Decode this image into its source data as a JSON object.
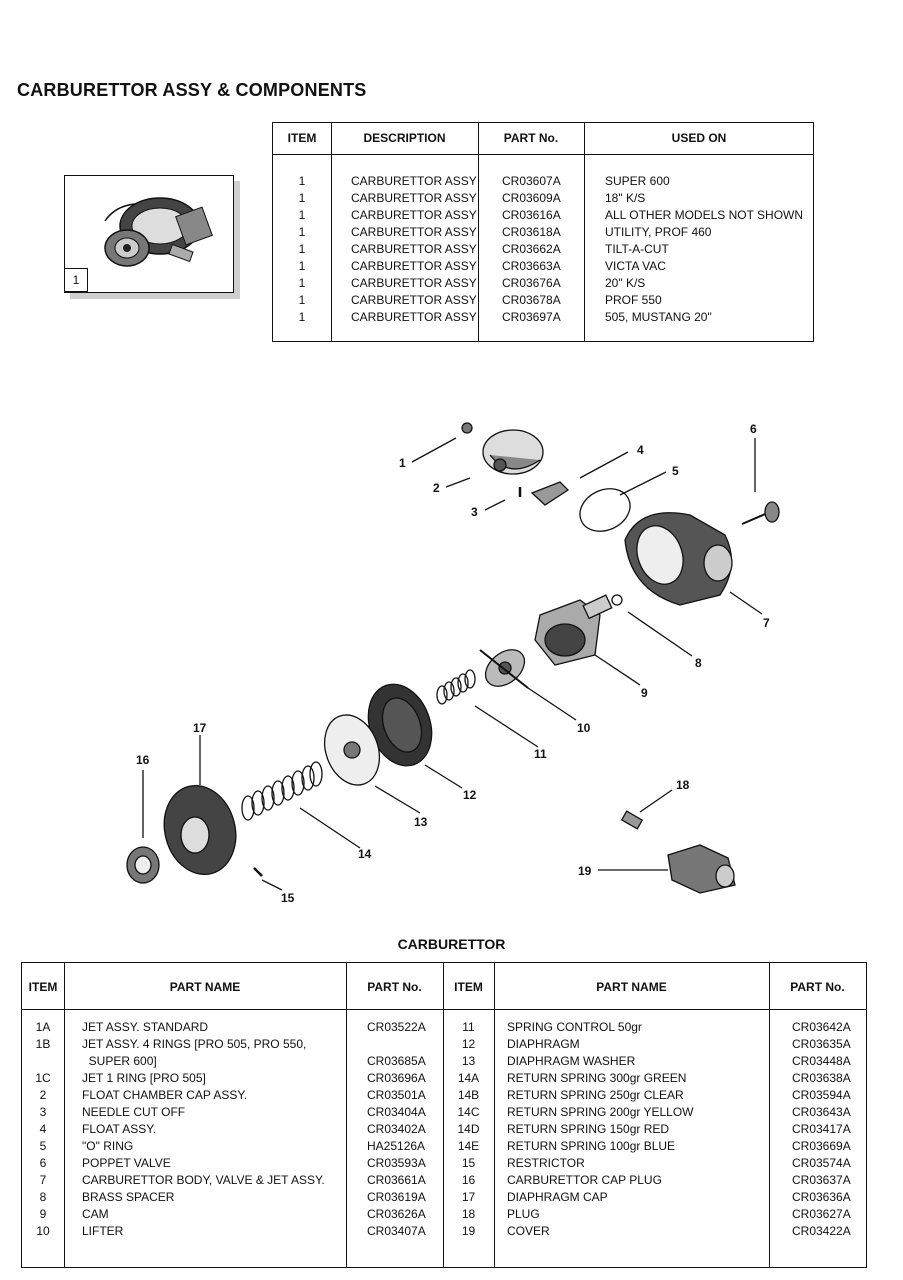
{
  "page": {
    "title": "CARBURETTOR ASSY & COMPONENTS",
    "thumbnail_number": "1"
  },
  "top_table": {
    "headers": [
      "ITEM",
      "DESCRIPTION",
      "PART No.",
      "USED ON"
    ],
    "rows": [
      {
        "item": "1",
        "description": "CARBURETTOR ASSY",
        "part_no": "CR03607A",
        "used_on": "SUPER 600"
      },
      {
        "item": "1",
        "description": "CARBURETTOR ASSY",
        "part_no": "CR03609A",
        "used_on": "18\" K/S"
      },
      {
        "item": "1",
        "description": "CARBURETTOR ASSY",
        "part_no": "CR03616A",
        "used_on": "ALL OTHER MODELS NOT SHOWN"
      },
      {
        "item": "1",
        "description": "CARBURETTOR ASSY",
        "part_no": "CR03618A",
        "used_on": "UTILITY, PROF 460"
      },
      {
        "item": "1",
        "description": "CARBURETTOR ASSY",
        "part_no": "CR03662A",
        "used_on": "TILT-A-CUT"
      },
      {
        "item": "1",
        "description": "CARBURETTOR ASSY",
        "part_no": "CR03663A",
        "used_on": "VICTA VAC"
      },
      {
        "item": "1",
        "description": "CARBURETTOR ASSY",
        "part_no": "CR03676A",
        "used_on": "20\" K/S"
      },
      {
        "item": "1",
        "description": "CARBURETTOR ASSY",
        "part_no": "CR03678A",
        "used_on": "PROF 550"
      },
      {
        "item": "1",
        "description": "CARBURETTOR ASSY",
        "part_no": "CR03697A",
        "used_on": "505, MUSTANG 20\""
      }
    ]
  },
  "diagram": {
    "callouts": [
      "1",
      "2",
      "3",
      "4",
      "5",
      "6",
      "7",
      "8",
      "9",
      "10",
      "11",
      "12",
      "13",
      "14",
      "15",
      "16",
      "17",
      "18",
      "19"
    ]
  },
  "section_title": "CARBURETTOR",
  "bottom_table": {
    "headers": [
      "ITEM",
      "PART NAME",
      "PART No.",
      "ITEM",
      "PART NAME",
      "PART No."
    ],
    "left_rows": [
      {
        "item": "1A",
        "name": "JET ASSY. STANDARD",
        "part_no": "CR03522A"
      },
      {
        "item": "1B",
        "name": "JET ASSY. 4 RINGS [PRO 505, PRO 550,",
        "part_no": ""
      },
      {
        "item": "",
        "name": "  SUPER 600]",
        "part_no": "CR03685A"
      },
      {
        "item": "1C",
        "name": "JET 1 RING [PRO 505]",
        "part_no": "CR03696A"
      },
      {
        "item": "2",
        "name": "FLOAT CHAMBER CAP ASSY.",
        "part_no": "CR03501A"
      },
      {
        "item": "3",
        "name": "NEEDLE CUT OFF",
        "part_no": "CR03404A"
      },
      {
        "item": "4",
        "name": "FLOAT ASSY.",
        "part_no": "CR03402A"
      },
      {
        "item": "5",
        "name": "\"O\" RING",
        "part_no": "HA25126A"
      },
      {
        "item": "6",
        "name": "POPPET VALVE",
        "part_no": "CR03593A"
      },
      {
        "item": "7",
        "name": "CARBURETTOR BODY, VALVE & JET ASSY.",
        "part_no": "CR03661A"
      },
      {
        "item": "8",
        "name": "BRASS SPACER",
        "part_no": "CR03619A"
      },
      {
        "item": "9",
        "name": "CAM",
        "part_no": "CR03626A"
      },
      {
        "item": "10",
        "name": "LIFTER",
        "part_no": "CR03407A"
      }
    ],
    "right_rows": [
      {
        "item": "11",
        "name": "SPRING CONTROL 50gr",
        "part_no": "CR03642A"
      },
      {
        "item": "12",
        "name": "DIAPHRAGM",
        "part_no": "CR03635A"
      },
      {
        "item": "13",
        "name": "DIAPHRAGM WASHER",
        "part_no": "CR03448A"
      },
      {
        "item": "14A",
        "name": "RETURN SPRING 300gr GREEN",
        "part_no": "CR03638A"
      },
      {
        "item": "14B",
        "name": "RETURN SPRING 250gr CLEAR",
        "part_no": "CR03594A"
      },
      {
        "item": "14C",
        "name": "RETURN SPRING 200gr YELLOW",
        "part_no": "CR03643A"
      },
      {
        "item": "14D",
        "name": "RETURN SPRING 150gr RED",
        "part_no": "CR03417A"
      },
      {
        "item": "14E",
        "name": "RETURN SPRING 100gr BLUE",
        "part_no": "CR03669A"
      },
      {
        "item": "15",
        "name": "RESTRICTOR",
        "part_no": "CR03574A"
      },
      {
        "item": "16",
        "name": "CARBURETTOR CAP PLUG",
        "part_no": "CR03637A"
      },
      {
        "item": "17",
        "name": "DIAPHRAGM CAP",
        "part_no": "CR03636A"
      },
      {
        "item": "18",
        "name": "PLUG",
        "part_no": "CR03627A"
      },
      {
        "item": "19",
        "name": "COVER",
        "part_no": "CR03422A"
      }
    ]
  }
}
